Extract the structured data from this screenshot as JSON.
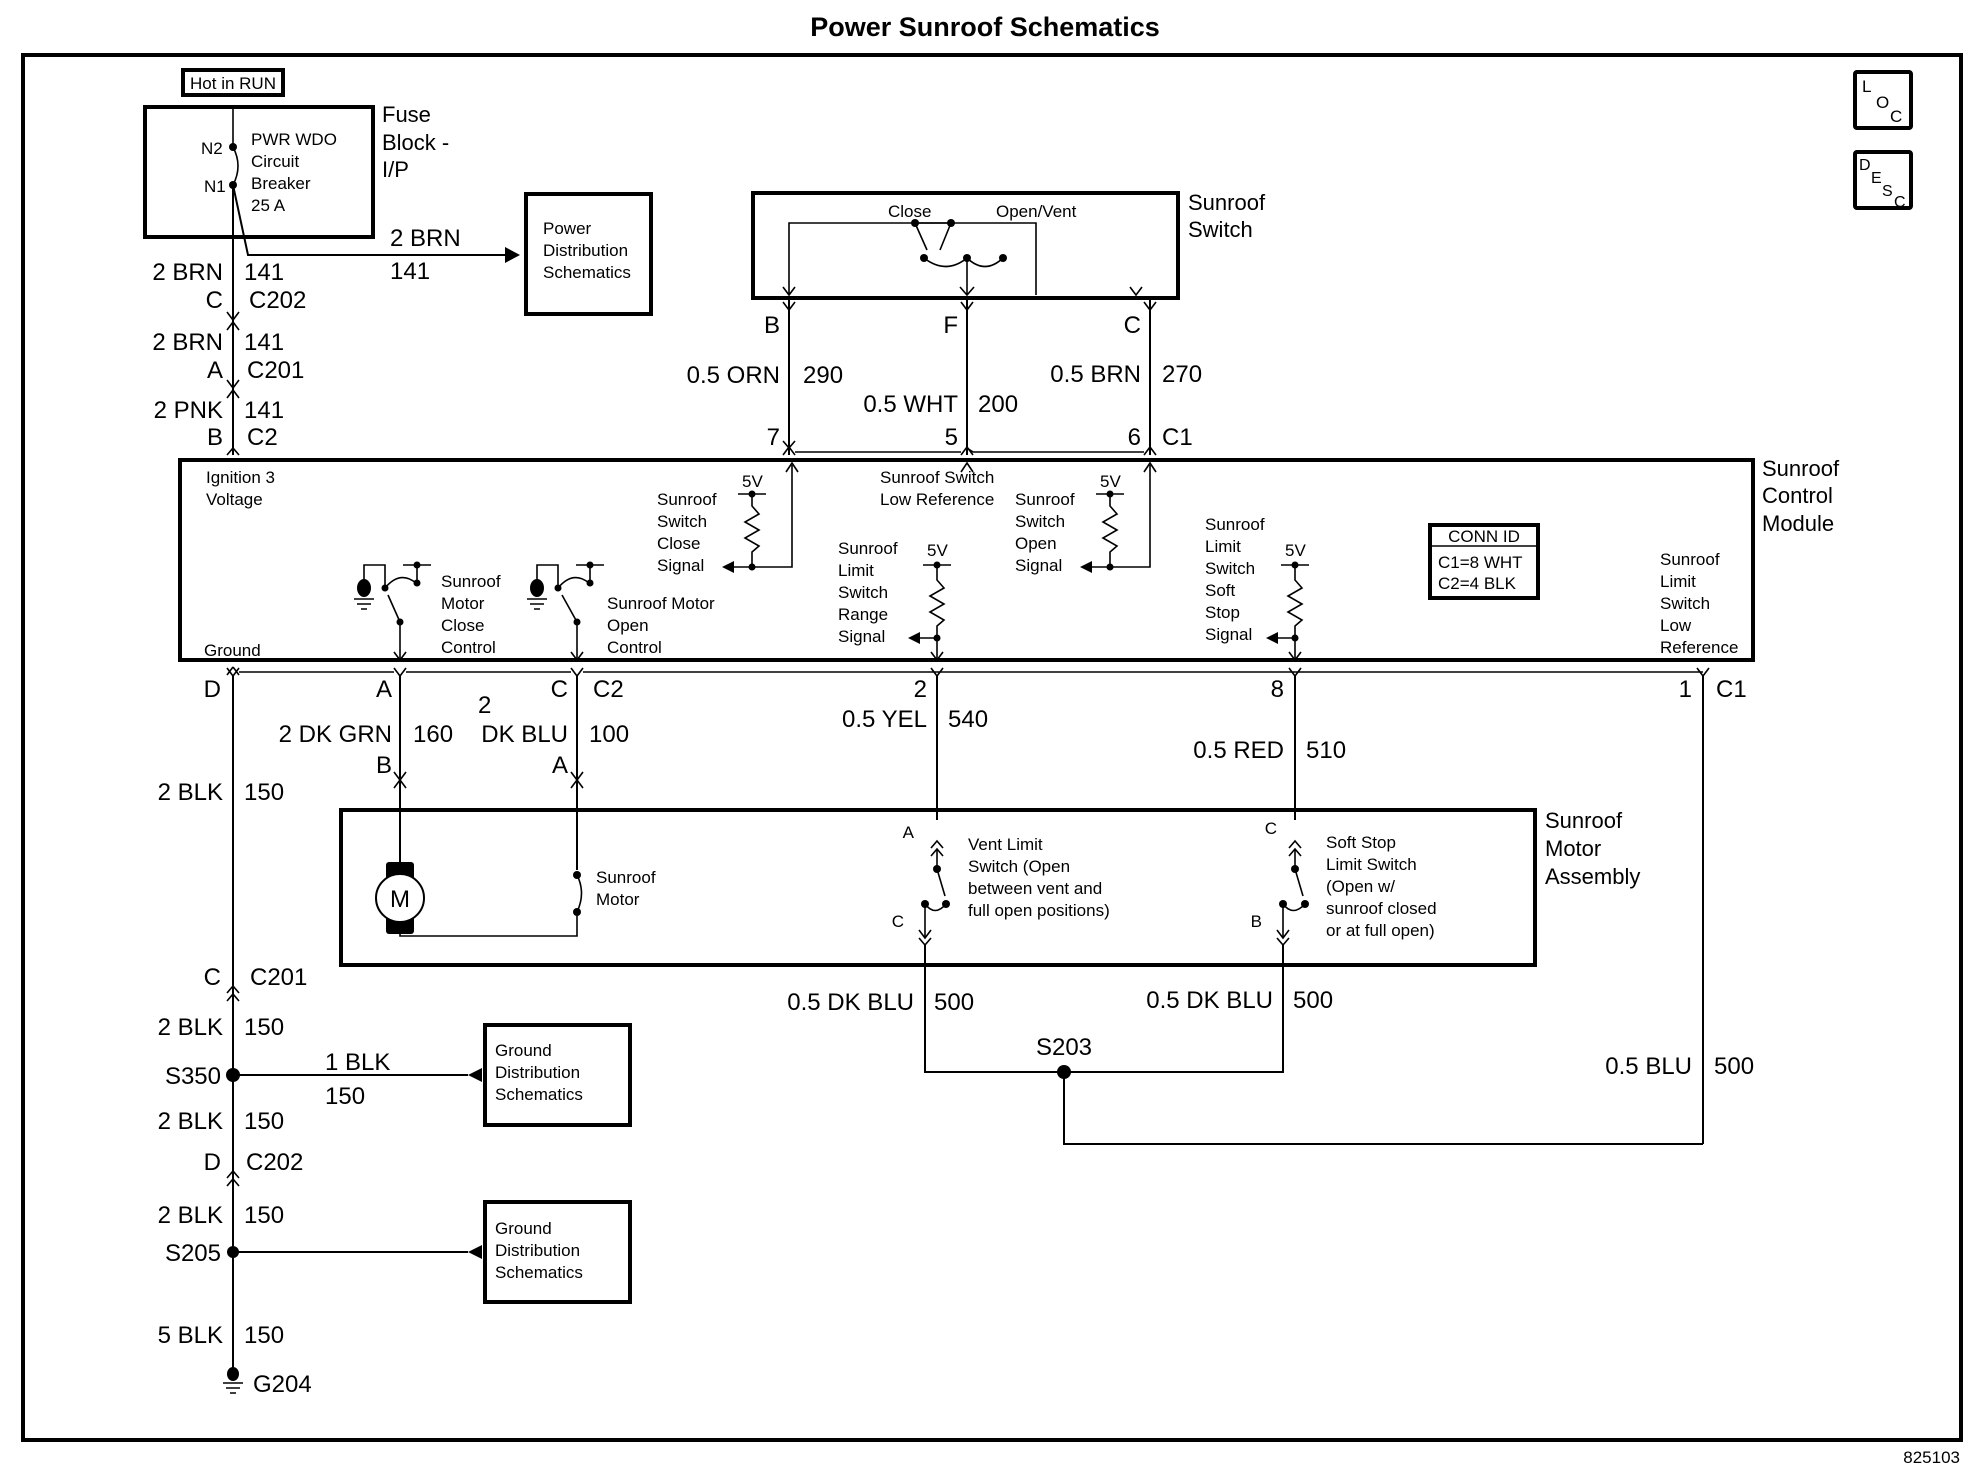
{
  "title": "Power Sunroof Schematics",
  "figure_number": "825103",
  "nav_icons": {
    "loc": [
      "L",
      "O",
      "C"
    ],
    "desc": [
      "D",
      "E",
      "S",
      "C"
    ]
  },
  "fuse_block": {
    "power_label": "Hot in RUN",
    "name_lines": [
      "Fuse",
      "Block -",
      "I/P"
    ],
    "breaker_lines": [
      "PWR WDO",
      "Circuit",
      "Breaker",
      "25 A"
    ],
    "terminal_top": "N2",
    "terminal_bottom": "N1"
  },
  "power_distribution": {
    "box_lines": [
      "Power",
      "Distribution",
      "Schematics"
    ],
    "wire_color": "2 BRN",
    "circuit": "141"
  },
  "left_feed": [
    {
      "wire": "2 BRN",
      "circuit": "141",
      "pin": "C",
      "connector": "C202"
    },
    {
      "wire": "2 BRN",
      "circuit": "141",
      "pin": "A",
      "connector": "C201"
    },
    {
      "wire": "2 PNK",
      "circuit": "141",
      "pin": "B",
      "connector": "C2"
    }
  ],
  "sunroof_switch": {
    "name_lines": [
      "Sunroof",
      "Switch"
    ],
    "position_close": "Close",
    "position_open": "Open/Vent",
    "pins": [
      "B",
      "F",
      "C"
    ],
    "wires": [
      {
        "wire": "0.5 ORN",
        "circuit": "290",
        "module_pin": "7"
      },
      {
        "wire": "0.5 WHT",
        "circuit": "200",
        "module_pin": "5"
      },
      {
        "wire": "0.5 BRN",
        "circuit": "270",
        "module_pin": "6"
      }
    ],
    "module_connector": "C1"
  },
  "control_module": {
    "name_lines": [
      "Sunroof",
      "Control",
      "Module"
    ],
    "ignition_lines": [
      "Ignition 3",
      "Voltage"
    ],
    "ground_label": "Ground",
    "supply_label": "5V",
    "close_signal_lines": [
      "Sunroof",
      "Switch",
      "Close",
      "Signal"
    ],
    "low_ref_lines": [
      "Sunroof Switch",
      "Low Reference"
    ],
    "open_signal_lines": [
      "Sunroof",
      "Switch",
      "Open",
      "Signal"
    ],
    "motor_close_lines": [
      "Sunroof",
      "Motor",
      "Close",
      "Control"
    ],
    "motor_open_lines": [
      "Sunroof  Motor",
      "Open",
      "Control"
    ],
    "range_signal_lines": [
      "Sunroof",
      "Limit",
      "Switch",
      "Range",
      "Signal"
    ],
    "soft_stop_lines": [
      "Sunroof",
      "Limit",
      "Switch",
      "Soft",
      "Stop",
      "Signal"
    ],
    "limit_low_ref_lines": [
      "Sunroof",
      "Limit",
      "Switch",
      "Low",
      "Reference"
    ],
    "conn_id": {
      "header": "CONN ID",
      "rows": [
        "C1=8 WHT",
        "C2=4 BLK"
      ]
    }
  },
  "module_outputs": {
    "ground_pin": "D",
    "close_pin": "A",
    "open_pin": "C",
    "c2": "C2",
    "close_wire": "2 DK GRN",
    "close_circuit": "160",
    "open_wire_top": "2",
    "open_wire": "DK BLU",
    "open_circuit": "100",
    "motor_pin_b": "B",
    "motor_pin_a": "A",
    "range_pin": "2",
    "range_wire": "0.5 YEL",
    "range_circuit": "540",
    "soft_pin": "8",
    "soft_wire": "0.5 RED",
    "soft_circuit": "510",
    "lowref_pin": "1",
    "c1": "C1",
    "lowref_wire": "0.5 BLU",
    "lowref_circuit": "500"
  },
  "ground_run": {
    "wire": "2 BLK",
    "circuit": "150"
  },
  "motor_assembly": {
    "name_lines": [
      "Sunroof",
      "Motor",
      "Assembly"
    ],
    "motor_symbol": "M",
    "motor_label_lines": [
      "Sunroof",
      "Motor"
    ],
    "vent_switch_lines": [
      "Vent Limit",
      "Switch (Open",
      "between vent and",
      "full open positions)"
    ],
    "vent_pin_top": "A",
    "vent_pin_bottom": "C",
    "soft_switch_lines": [
      "Soft Stop",
      "Limit Switch",
      "(Open w/",
      "sunroof closed",
      "or at full open)"
    ],
    "soft_pin_top": "C",
    "soft_pin_bottom": "B"
  },
  "splice_s203": {
    "name": "S203",
    "left_wire": "0.5 DK BLU",
    "left_circuit": "500",
    "right_wire": "0.5 DK BLU",
    "right_circuit": "500"
  },
  "ground_path": {
    "c201_pin": "C",
    "c201": "C201",
    "seg1_wire": "2 BLK",
    "seg1_circuit": "150",
    "s350": "S350",
    "branch_wire": "1 BLK",
    "branch_circuit": "150",
    "seg2_wire": "2 BLK",
    "seg2_circuit": "150",
    "c202_pin": "D",
    "c202": "C202",
    "seg3_wire": "2 BLK",
    "seg3_circuit": "150",
    "s205": "S205",
    "seg4_wire": "5 BLK",
    "seg4_circuit": "150",
    "ground": "G204",
    "dist_box_lines": [
      "Ground",
      "Distribution",
      "Schematics"
    ]
  }
}
